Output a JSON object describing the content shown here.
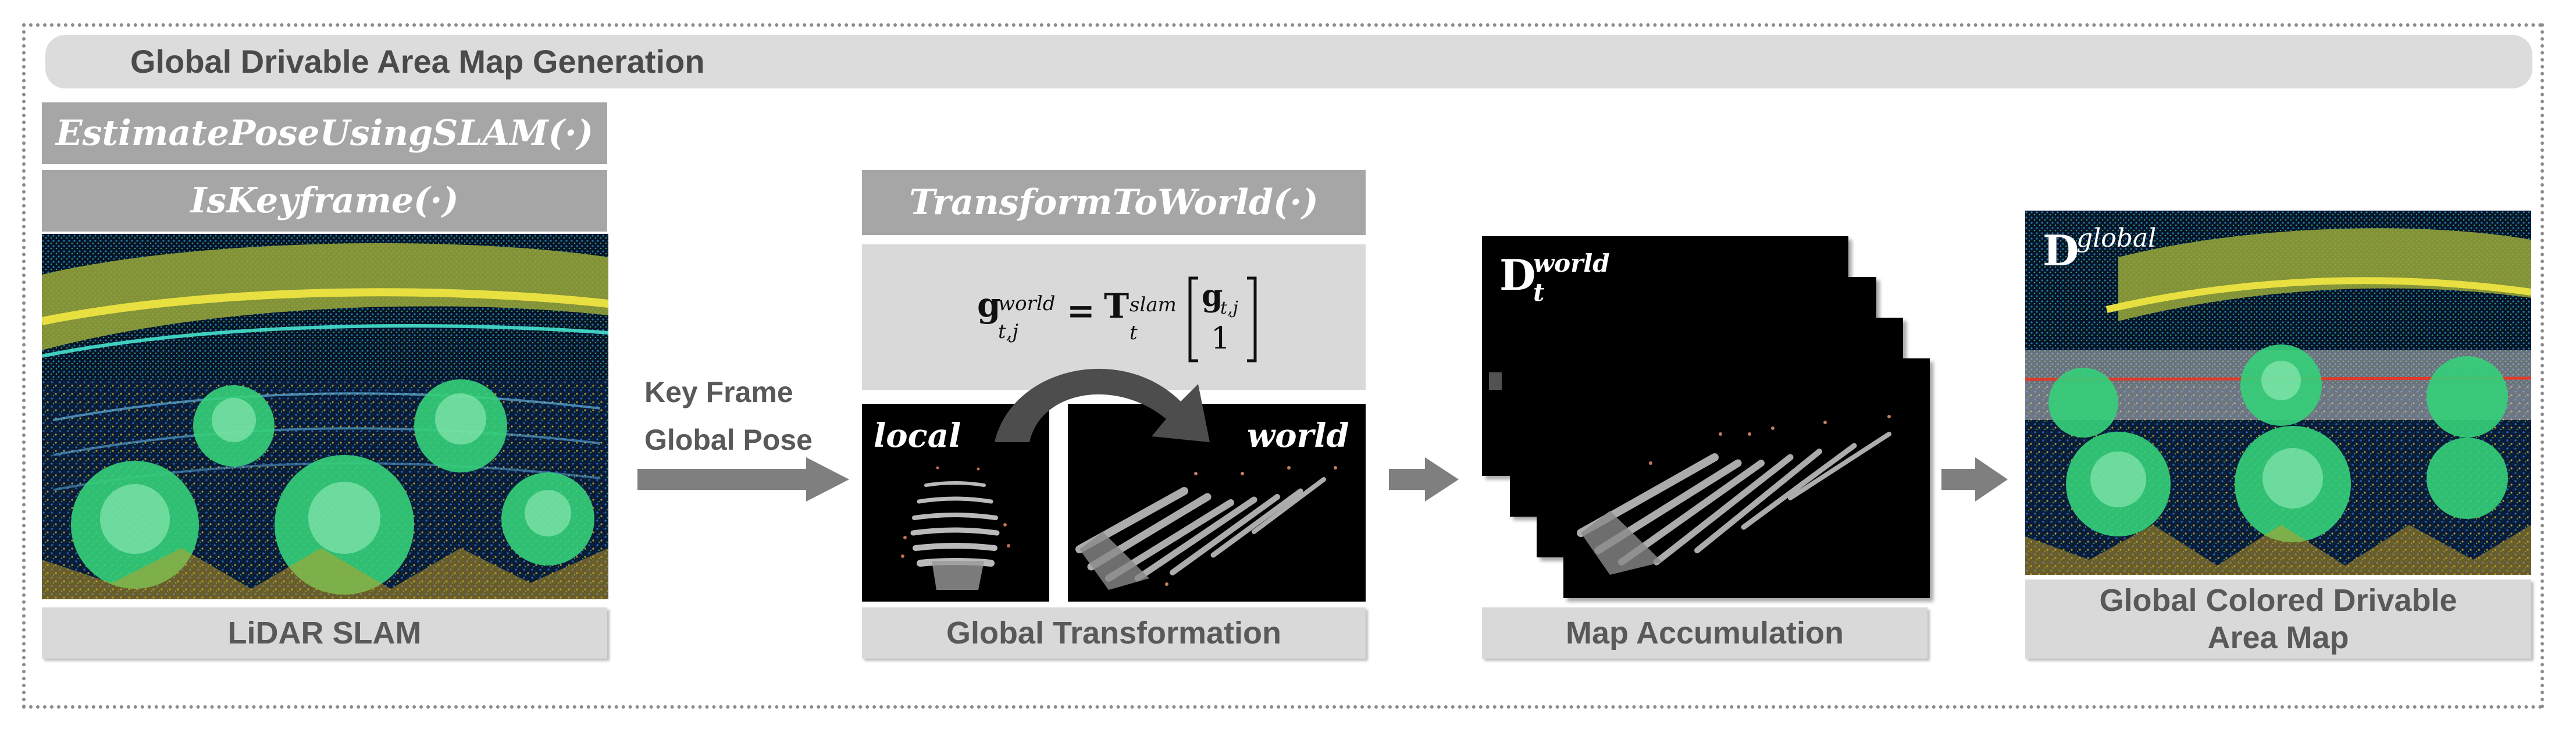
{
  "title": "Global Drivable Area Map Generation",
  "functions": {
    "estimate_pose": "EstimatePoseUsingSLAM(·)",
    "is_keyframe": "IsKeyframe(·)",
    "transform": "TransformToWorld(·)"
  },
  "stages": {
    "lidar_slam": "LiDAR SLAM",
    "global_transformation": "Global Transformation",
    "map_accumulation": "Map Accumulation",
    "global_map_line1": "Global Colored Drivable",
    "global_map_line2": "Area Map"
  },
  "arrow_label": {
    "line1": "Key Frame",
    "line2": "Global Pose"
  },
  "equation": {
    "lhs_base": "g",
    "lhs_sup": "world",
    "lhs_sub": "t,j",
    "equals": "=",
    "T_base": "T",
    "T_sup": "slam",
    "T_sub": "t",
    "vec_top_base": "g",
    "vec_top_sub": "t,j",
    "vec_bottom": "1"
  },
  "frame_labels": {
    "local": "local",
    "world": "world"
  },
  "map_symbols": {
    "d_world_base": "D",
    "d_world_sup": "world",
    "d_world_sub": "t",
    "d_global_base": "D",
    "d_global_sup": "global"
  },
  "colors": {
    "function_box": "#a6a6a6",
    "label_box": "#d9d9d9",
    "banner": "#dcdcdc",
    "arrow": "#7f7f7f",
    "text_dark": "#595959"
  }
}
